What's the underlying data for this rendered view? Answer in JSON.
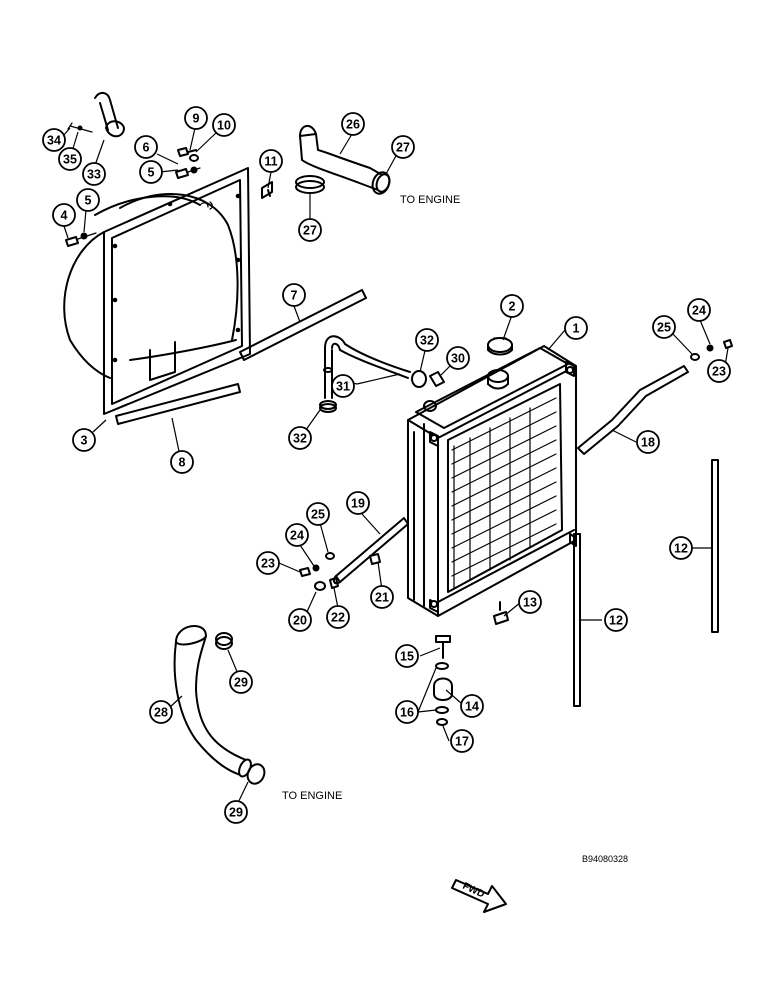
{
  "callouts": [
    {
      "id": "c1",
      "label": "1"
    },
    {
      "id": "c2",
      "label": "2"
    },
    {
      "id": "c3",
      "label": "3"
    },
    {
      "id": "c4",
      "label": "4"
    },
    {
      "id": "c5a",
      "label": "5"
    },
    {
      "id": "c5b",
      "label": "5"
    },
    {
      "id": "c6",
      "label": "6"
    },
    {
      "id": "c7",
      "label": "7"
    },
    {
      "id": "c8",
      "label": "8"
    },
    {
      "id": "c9",
      "label": "9"
    },
    {
      "id": "c10",
      "label": "10"
    },
    {
      "id": "c11",
      "label": "11"
    },
    {
      "id": "c12a",
      "label": "12"
    },
    {
      "id": "c12b",
      "label": "12"
    },
    {
      "id": "c13",
      "label": "13"
    },
    {
      "id": "c14",
      "label": "14"
    },
    {
      "id": "c15",
      "label": "15"
    },
    {
      "id": "c16",
      "label": "16"
    },
    {
      "id": "c17",
      "label": "17"
    },
    {
      "id": "c18",
      "label": "18"
    },
    {
      "id": "c19",
      "label": "19"
    },
    {
      "id": "c20",
      "label": "20"
    },
    {
      "id": "c21",
      "label": "21"
    },
    {
      "id": "c22",
      "label": "22"
    },
    {
      "id": "c23a",
      "label": "23"
    },
    {
      "id": "c23b",
      "label": "23"
    },
    {
      "id": "c24a",
      "label": "24"
    },
    {
      "id": "c24b",
      "label": "24"
    },
    {
      "id": "c25a",
      "label": "25"
    },
    {
      "id": "c25b",
      "label": "25"
    },
    {
      "id": "c26",
      "label": "26"
    },
    {
      "id": "c27a",
      "label": "27"
    },
    {
      "id": "c27b",
      "label": "27"
    },
    {
      "id": "c28",
      "label": "28"
    },
    {
      "id": "c29a",
      "label": "29"
    },
    {
      "id": "c29b",
      "label": "29"
    },
    {
      "id": "c30",
      "label": "30"
    },
    {
      "id": "c31",
      "label": "31"
    },
    {
      "id": "c32a",
      "label": "32"
    },
    {
      "id": "c32b",
      "label": "32"
    },
    {
      "id": "c33",
      "label": "33"
    },
    {
      "id": "c34",
      "label": "34"
    },
    {
      "id": "c35",
      "label": "35"
    }
  ],
  "labels": {
    "to_engine_top": "TO ENGINE",
    "to_engine_bottom": "TO ENGINE",
    "drawing_code": "B94080328",
    "fwd": "FWD"
  }
}
